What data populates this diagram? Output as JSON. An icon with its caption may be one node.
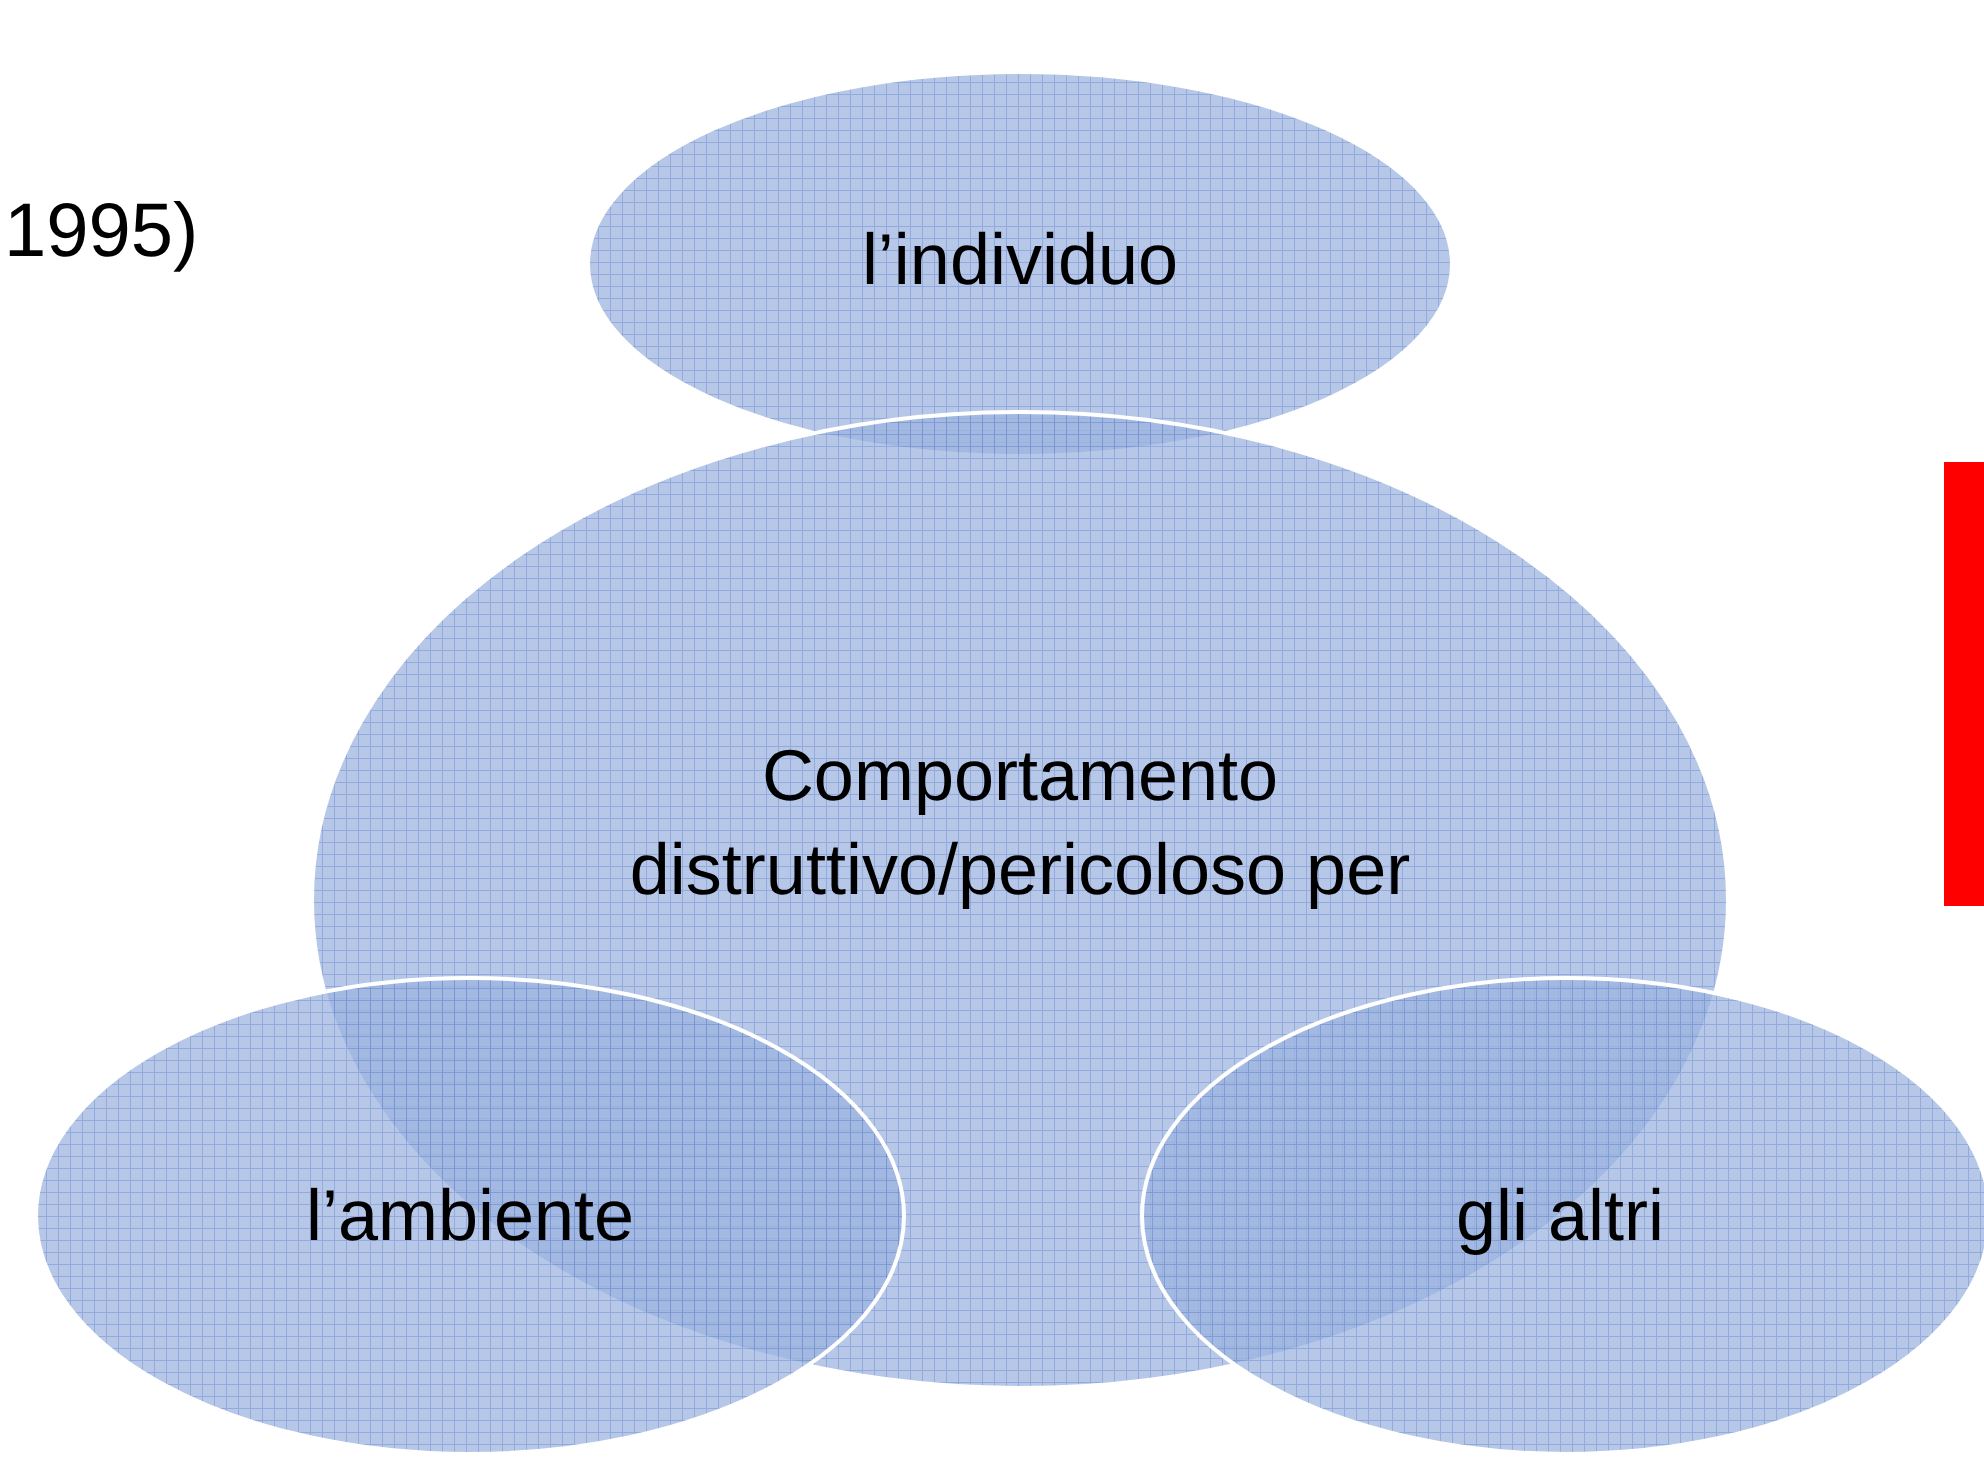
{
  "diagram": {
    "nodes": [
      {
        "text": [
          "l’individuo"
        ]
      },
      {
        "text": [
          "Comportamento distruttivo/pericoloso per"
        ]
      },
      {
        "text": [
          "l’ambiente"
        ]
      },
      {
        "text": [
          "gli altri"
        ]
      }
    ],
    "labels": [
      "1995)"
    ]
  }
}
